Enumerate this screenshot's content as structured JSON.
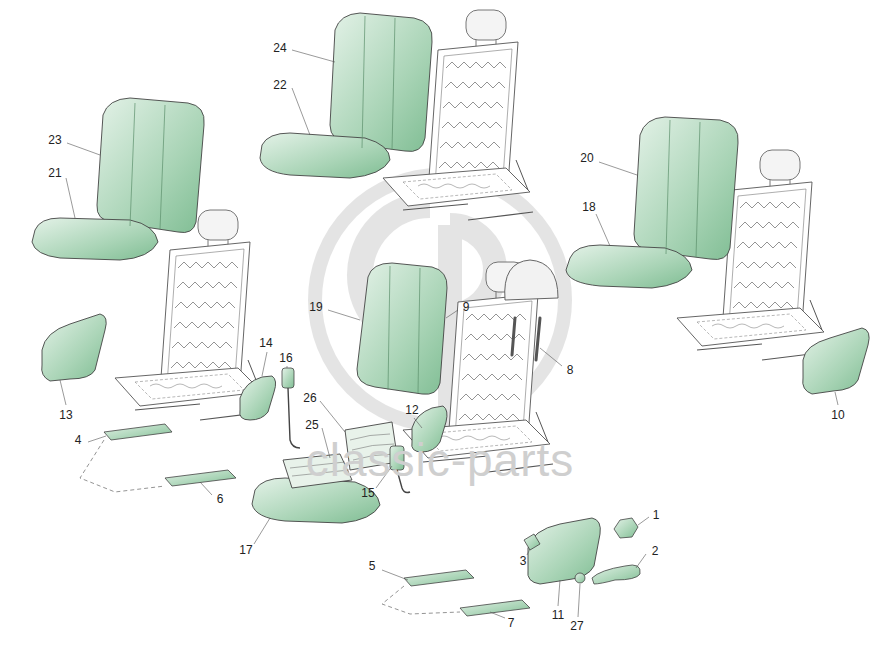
{
  "diagram": {
    "labels": [
      "24",
      "22",
      "23",
      "21",
      "20",
      "18",
      "19",
      "9",
      "8",
      "14",
      "16",
      "26",
      "12",
      "25",
      "15",
      "13",
      "10",
      "4",
      "6",
      "17",
      "1",
      "2",
      "3",
      "5",
      "11",
      "27",
      "7",
      "classic-parts"
    ]
  }
}
